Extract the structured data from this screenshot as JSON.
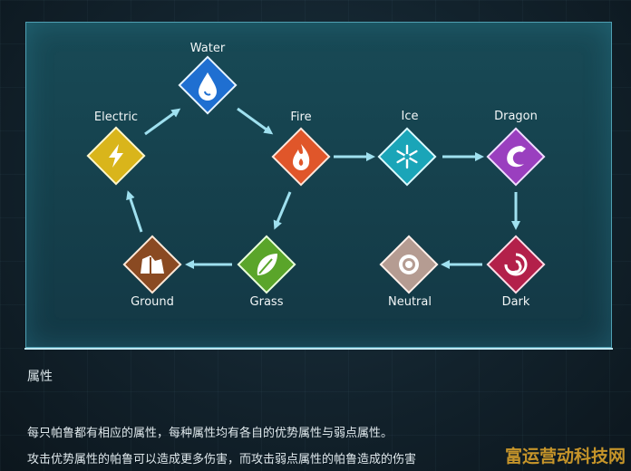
{
  "elements": {
    "water": {
      "label": "Water",
      "color": "#1f6fd1",
      "icon": "water-drop-icon"
    },
    "electric": {
      "label": "Electric",
      "color": "#d9b51b",
      "icon": "lightning-icon"
    },
    "fire": {
      "label": "Fire",
      "color": "#e0562a",
      "icon": "flame-icon"
    },
    "ice": {
      "label": "Ice",
      "color": "#1aa5b8",
      "icon": "snowflake-icon"
    },
    "dragon": {
      "label": "Dragon",
      "color": "#9a3fbf",
      "icon": "dragon-icon"
    },
    "ground": {
      "label": "Ground",
      "color": "#8a4a22",
      "icon": "rock-icon"
    },
    "grass": {
      "label": "Grass",
      "color": "#5aa52a",
      "icon": "leaf-icon"
    },
    "neutral": {
      "label": "Neutral",
      "color": "#b59c92",
      "icon": "ring-icon"
    },
    "dark": {
      "label": "Dark",
      "color": "#b3204a",
      "icon": "swirl-icon"
    }
  },
  "section": {
    "title": "属性",
    "line1": "每只帕鲁都有相应的属性，每种属性均有各自的优势属性与弱点属性。",
    "line2": "攻击优势属性的帕鲁可以造成更多伤害，而攻击弱点属性的帕鲁造成的伤害"
  },
  "watermark": "富运营动科技网"
}
